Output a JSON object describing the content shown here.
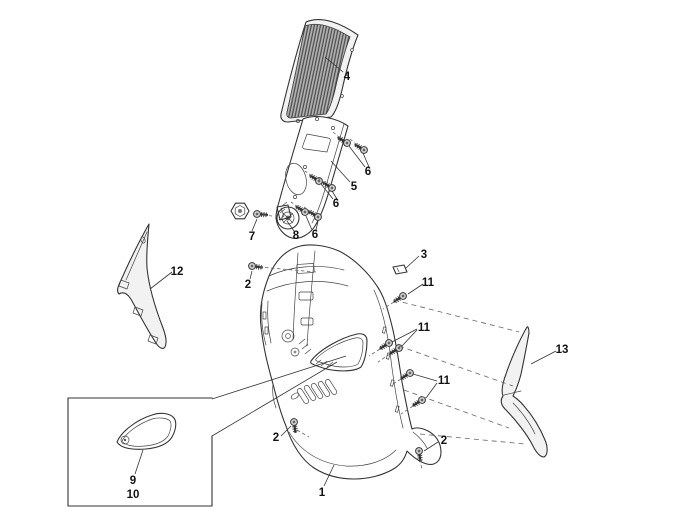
{
  "figure": {
    "kind": "exploded-parts-diagram",
    "background_color": "#ffffff",
    "line_color": "#333333",
    "label_color": "#111111"
  },
  "callouts": {
    "c1": {
      "text": "1"
    },
    "c2_top": {
      "text": "2"
    },
    "c2_bottom_left": {
      "text": "2"
    },
    "c2_bottom_right": {
      "text": "2"
    },
    "c3": {
      "text": "3"
    },
    "c4": {
      "text": "4"
    },
    "c5": {
      "text": "5"
    },
    "c6_upper": {
      "text": "6"
    },
    "c6_middle": {
      "text": "6"
    },
    "c6_lower": {
      "text": "6"
    },
    "c7": {
      "text": "7"
    },
    "c8": {
      "text": "8"
    },
    "c9": {
      "text": "9"
    },
    "c10": {
      "text": "10"
    },
    "c11_upper": {
      "text": "11"
    },
    "c11_middle": {
      "text": "11"
    },
    "c11_lower": {
      "text": "11"
    },
    "c12": {
      "text": "12"
    },
    "c13": {
      "text": "13"
    }
  }
}
